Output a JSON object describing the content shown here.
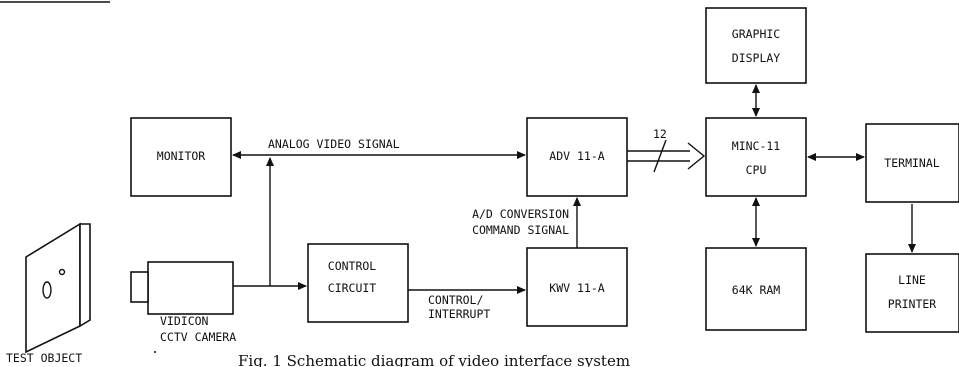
{
  "blocks": {
    "graphic_display": [
      "GRAPHIC",
      "DISPLAY"
    ],
    "monitor": "MONITOR",
    "adv": "ADV 11-A",
    "cpu": [
      "MINC-11",
      "CPU"
    ],
    "terminal": "TERMINAL",
    "control": [
      "CONTROL",
      "CIRCUIT"
    ],
    "kwv": "KWV 11-A",
    "ram": "64K RAM",
    "printer": [
      "LINE",
      "PRINTER"
    ]
  },
  "signals": {
    "analog": "ANALOG VIDEO SIGNAL",
    "bus_width": "12",
    "ad_conversion": [
      "A/D CONVERSION",
      "COMMAND SIGNAL"
    ],
    "control_interrupt": [
      "CONTROL/",
      "INTERRUPT"
    ]
  },
  "camera_label": [
    "VIDICON",
    "CCTV CAMERA"
  ],
  "test_object_label": "TEST OBJECT",
  "caption": "Fig. 1  Schematic diagram of video interface system"
}
